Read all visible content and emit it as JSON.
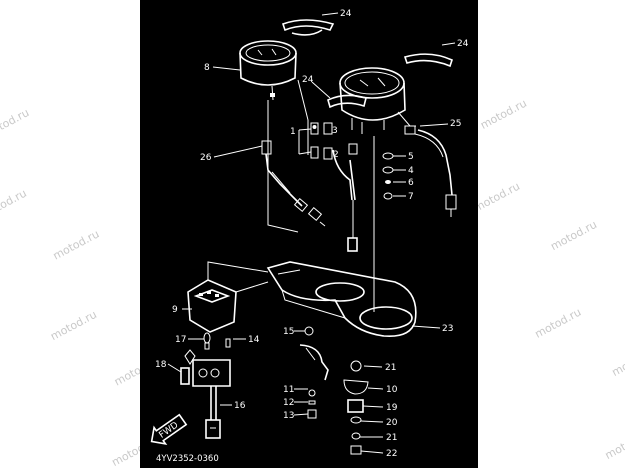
{
  "watermark": "motod.ru",
  "part_code": "4YV2352-0360",
  "fwd_label": "FWD",
  "callouts": {
    "c24a": "24",
    "c24b": "24",
    "c24c": "24",
    "c8": "8",
    "c26": "26",
    "c1": "1",
    "c2": "2",
    "c3": "3",
    "c5": "5",
    "c4": "4",
    "c6": "6",
    "c7": "7",
    "c25": "25",
    "c23": "23",
    "c9": "9",
    "c17": "17",
    "c14": "14",
    "c18": "18",
    "c16": "16",
    "c15": "15",
    "c21a": "21",
    "c10": "10",
    "c11": "11",
    "c12": "12",
    "c13": "13",
    "c19": "19",
    "c20": "20",
    "c21b": "21",
    "c22": "22"
  }
}
